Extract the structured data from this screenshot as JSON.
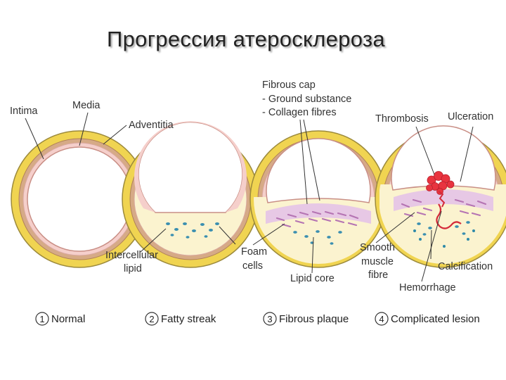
{
  "title": "Прогрессия атеросклероза",
  "labels": {
    "intima": "Intima",
    "media": "Media",
    "adventitia": "Adventitia",
    "fibrous_cap": "Fibrous cap",
    "ground_substance": "- Ground substance",
    "collagen_fibres": "- Collagen fibres",
    "thrombosis": "Thrombosis",
    "ulceration": "Ulceration",
    "intercellular_lipid_1": "Intercellular",
    "intercellular_lipid_2": "lipid",
    "foam_cells_1": "Foam",
    "foam_cells_2": "cells",
    "smooth_muscle_1": "Smooth",
    "smooth_muscle_2": "muscle",
    "smooth_muscle_3": "fibre",
    "lipid_core": "Lipid core",
    "calcification": "Calcification",
    "hemorrhage": "Hemorrhage"
  },
  "stages": [
    {
      "number": "1",
      "label": "Normal"
    },
    {
      "number": "2",
      "label": "Fatty streak"
    },
    {
      "number": "3",
      "label": "Fibrous plaque"
    },
    {
      "number": "4",
      "label": "Complicated lesion"
    }
  ],
  "colors": {
    "adventitia": "#f0d451",
    "adventitia_edge": "#9c8a3c",
    "media": "#d6aa86",
    "intima": "#f5cfcb",
    "lumen": "#ffffff",
    "lipid": "#fbf3cf",
    "foam_cell": "#3b8fb0",
    "smooth_muscle": "#c690c2",
    "thrombus": "#e8343f",
    "hemorrhage": "#d42a3a"
  }
}
